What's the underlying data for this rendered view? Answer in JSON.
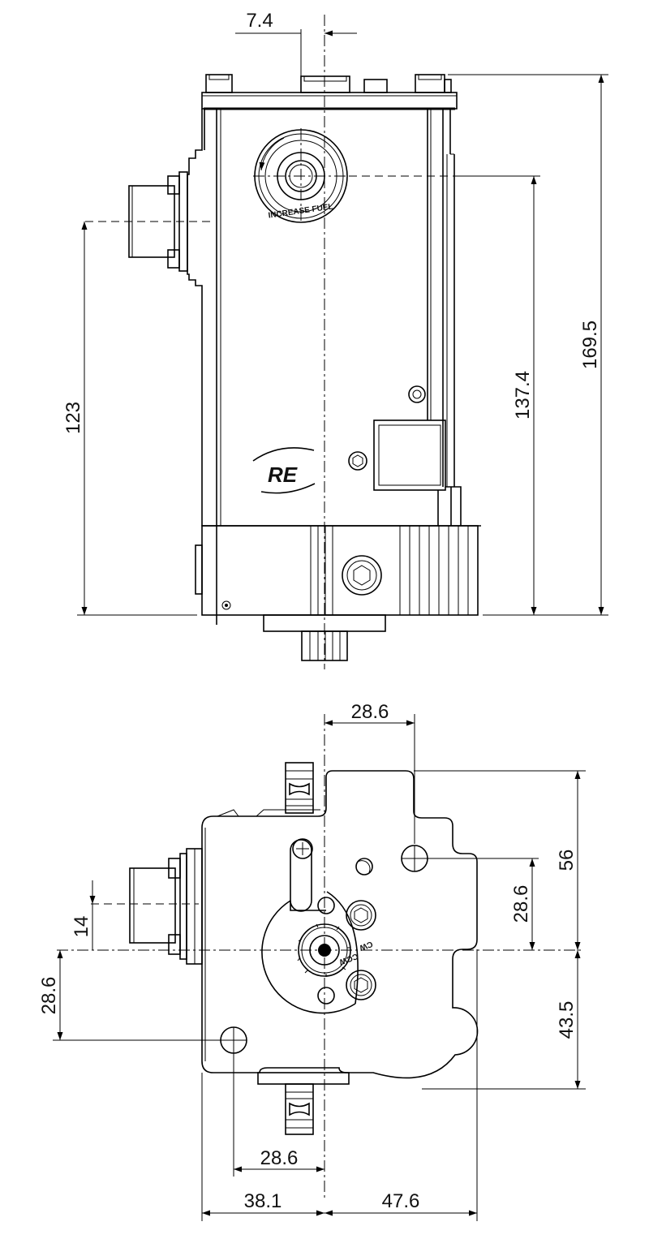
{
  "top_view": {
    "dims": {
      "d_7_4": "7.4",
      "d_169_5": "169.5",
      "d_137_4": "137.4",
      "d_123": "123"
    },
    "dial_label": "INCREASE FUEL",
    "logo": "RE"
  },
  "bottom_view": {
    "dims": {
      "d_28_6_top": "28.6",
      "d_56": "56",
      "d_28_6_right": "28.6",
      "d_43_5": "43.5",
      "d_14": "14",
      "d_28_6_left": "28.6",
      "d_28_6_bottom": "28.6",
      "d_38_1": "38.1",
      "d_47_6": "47.6"
    },
    "rotation_label_a": "CW",
    "rotation_label_b": "CCW"
  }
}
